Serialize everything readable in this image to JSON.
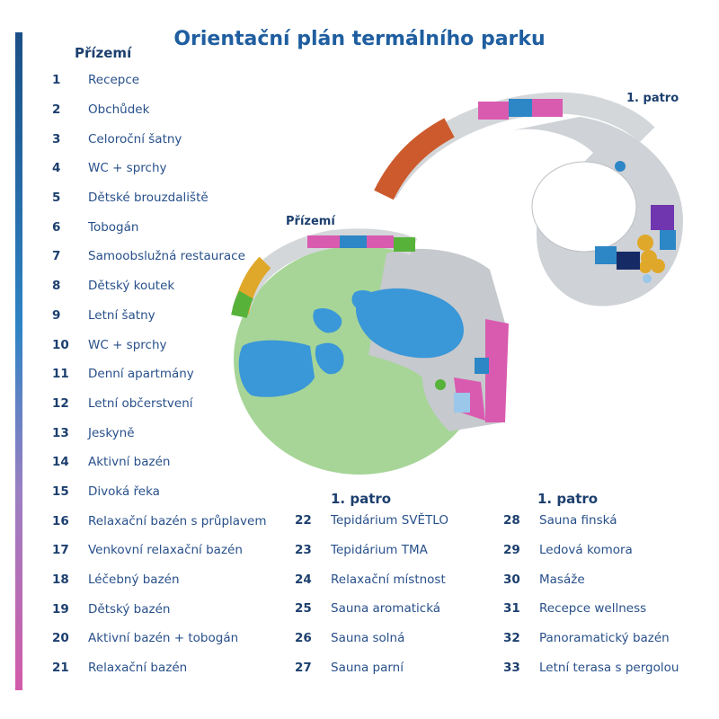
{
  "title": "Orientační plán termálního parku",
  "ground_floor": {
    "heading": "Přízemí",
    "items": [
      {
        "num": "1",
        "label": "Recepce"
      },
      {
        "num": "2",
        "label": "Obchůdek"
      },
      {
        "num": "3",
        "label": "Celoroční šatny"
      },
      {
        "num": "4",
        "label": "WC + sprchy"
      },
      {
        "num": "5",
        "label": "Dětské brouzdaliště"
      },
      {
        "num": "6",
        "label": "Tobogán"
      },
      {
        "num": "7",
        "label": "Samoobslužná restaurace"
      },
      {
        "num": "8",
        "label": "Dětský koutek"
      },
      {
        "num": "9",
        "label": "Letní šatny"
      },
      {
        "num": "10",
        "label": "WC + sprchy"
      },
      {
        "num": "11",
        "label": "Denní apartmány"
      },
      {
        "num": "12",
        "label": "Letní občerstvení"
      },
      {
        "num": "13",
        "label": "Jeskyně"
      },
      {
        "num": "14",
        "label": "Aktivní bazén"
      },
      {
        "num": "15",
        "label": "Divoká řeka"
      },
      {
        "num": "16",
        "label": "Relaxační bazén s průplavem"
      },
      {
        "num": "17",
        "label": "Venkovní relaxační bazén"
      },
      {
        "num": "18",
        "label": "Léčebný bazén"
      },
      {
        "num": "19",
        "label": "Dětský bazén"
      },
      {
        "num": "20",
        "label": "Aktivní bazén + tobogán"
      },
      {
        "num": "21",
        "label": "Relaxační bazén"
      }
    ]
  },
  "first_floor_a": {
    "heading": "1. patro",
    "items": [
      {
        "num": "22",
        "label": "Tepidárium SVĚTLO"
      },
      {
        "num": "23",
        "label": "Tepidárium TMA"
      },
      {
        "num": "24",
        "label": "Relaxační místnost"
      },
      {
        "num": "25",
        "label": "Sauna aromatická"
      },
      {
        "num": "26",
        "label": "Sauna solná"
      },
      {
        "num": "27",
        "label": "Sauna parní"
      }
    ]
  },
  "first_floor_b": {
    "heading": "1. patro",
    "items": [
      {
        "num": "28",
        "label": "Sauna finská"
      },
      {
        "num": "29",
        "label": "Ledová komora"
      },
      {
        "num": "30",
        "label": "Masáže"
      },
      {
        "num": "31",
        "label": "Recepce wellness"
      },
      {
        "num": "32",
        "label": "Panoramatický bazén"
      },
      {
        "num": "33",
        "label": "Letní terasa s pergolou"
      }
    ]
  },
  "map": {
    "ground_label": "Přízemí",
    "first_label": "1. patro"
  },
  "colors": {
    "accent": "#1f5ea0",
    "pool": "#3a97d8",
    "lawn": "#a6d597",
    "building": "#c6c9cd",
    "pink": "#d95bb0",
    "blue_zone": "#2d86c6",
    "green_zone": "#57b23a",
    "orange_zone": "#cc5a2c",
    "yellow_zone": "#e0a82a",
    "purple_zone": "#6f36b0"
  }
}
